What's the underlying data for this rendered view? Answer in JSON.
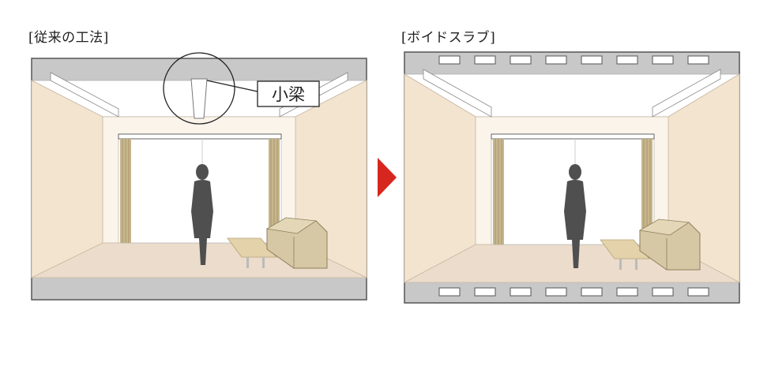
{
  "panels": {
    "left": {
      "heading": "[従来の工法]",
      "callout": "小梁"
    },
    "right": {
      "heading": "[ボイドスラブ]"
    }
  },
  "colors": {
    "slab": "#c8c8c8",
    "slab_outline": "#555555",
    "wall": "#f6ebdc",
    "side_wall": "#f3e4d0",
    "floor": "#ebdccb",
    "window": "#ffffff",
    "curtain": "#c8b68c",
    "sofa": "#d6c8a4",
    "person": "#4f4f4f",
    "arrow": "#d7261e"
  },
  "icons": {
    "arrow": "triangle-right-arrow",
    "person": "person-silhouette",
    "sofa": "sofa",
    "table": "low-table"
  }
}
